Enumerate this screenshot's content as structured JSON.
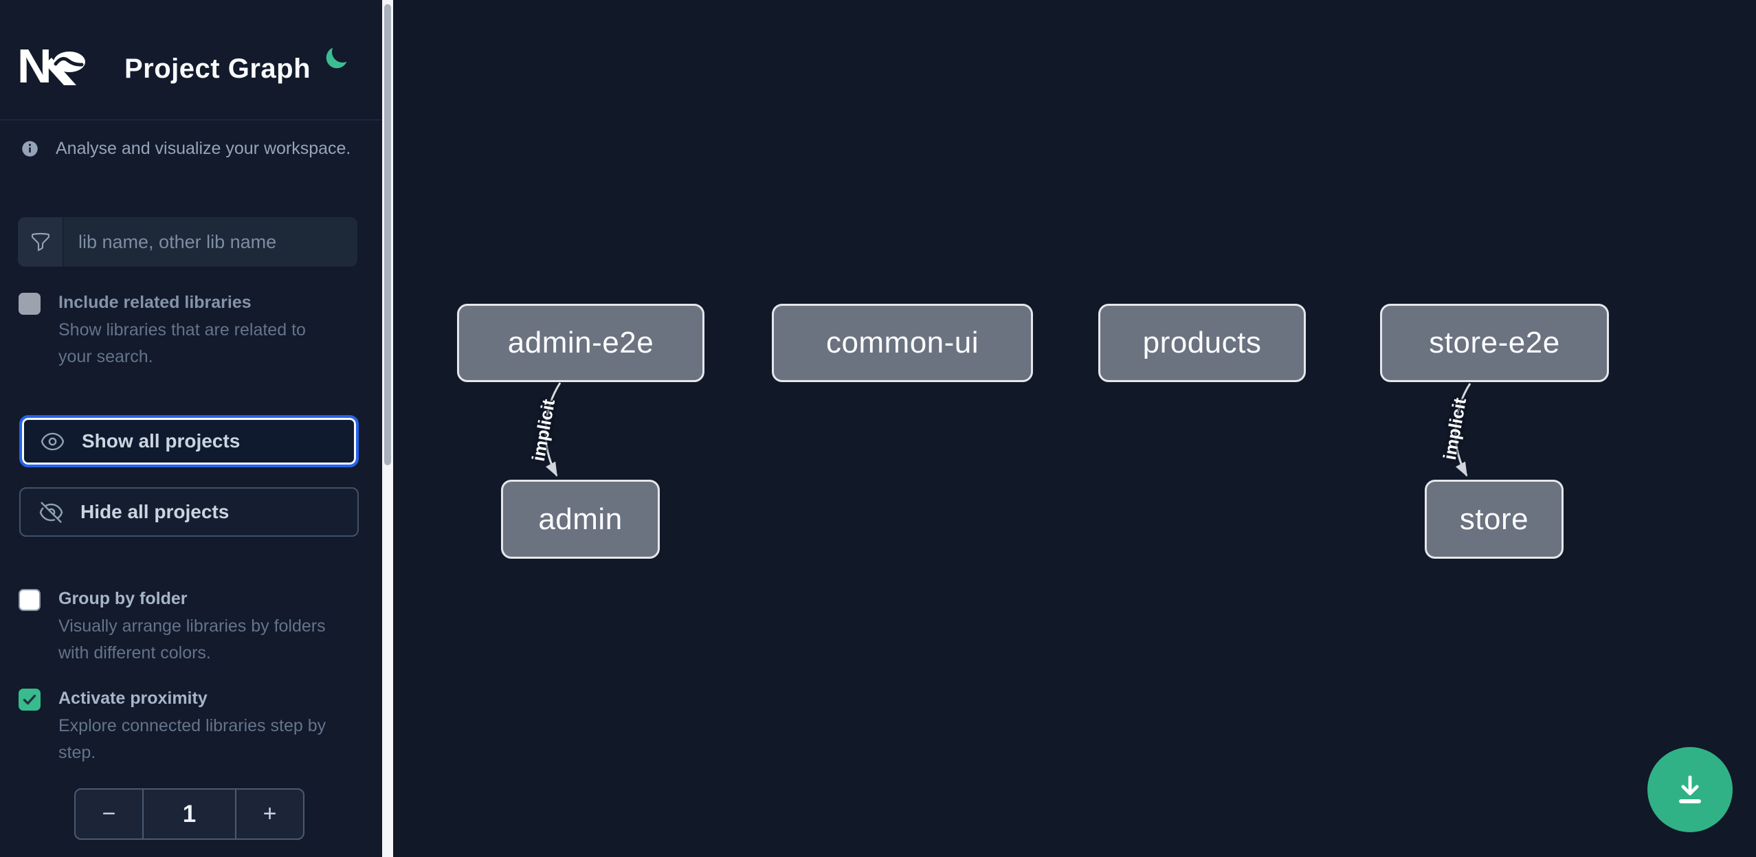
{
  "header": {
    "logo": "Nx",
    "title": "Project Graph",
    "theme_toggle_icon": "moon",
    "accent_green": "#3bbd92"
  },
  "sidebar": {
    "intro_text": "Analyse and visualize your workspace.",
    "search": {
      "placeholder": "lib name, other lib name",
      "value": "",
      "icon": "funnel-filter-icon"
    },
    "options": [
      {
        "label": "Include related libraries",
        "description": "Show libraries that are related to your search.",
        "checked": false,
        "disabled": true
      },
      {
        "label": "Group by folder",
        "description": "Visually arrange libraries by folders with different colors.",
        "checked": false,
        "disabled": false
      },
      {
        "label": "Activate proximity",
        "description": "Explore connected libraries step by step.",
        "checked": true,
        "disabled": false
      }
    ],
    "buttons": {
      "show_all_label": "Show all projects",
      "hide_all_label": "Hide all projects"
    },
    "stepper": {
      "decrement": "−",
      "value": "1",
      "increment": "+"
    }
  },
  "graph": {
    "nodes": [
      {
        "label": "admin-e2e"
      },
      {
        "label": "common-ui"
      },
      {
        "label": "products"
      },
      {
        "label": "store-e2e"
      },
      {
        "label": "admin"
      },
      {
        "label": "store"
      }
    ],
    "edges": [
      {
        "from": "admin-e2e",
        "to": "admin",
        "label": "implicit"
      },
      {
        "from": "store-e2e",
        "to": "store",
        "label": "implicit"
      }
    ]
  },
  "fab": {
    "icon": "download"
  },
  "colors": {
    "background": "#111827",
    "sidebar_background": "#121a2b",
    "node_fill": "#6b7280",
    "node_border": "#e5e7eb",
    "edge": "#d7dce2",
    "focus_blue": "#2563eb",
    "accent_green": "#38bb8d",
    "fab_green": "#31b286"
  }
}
